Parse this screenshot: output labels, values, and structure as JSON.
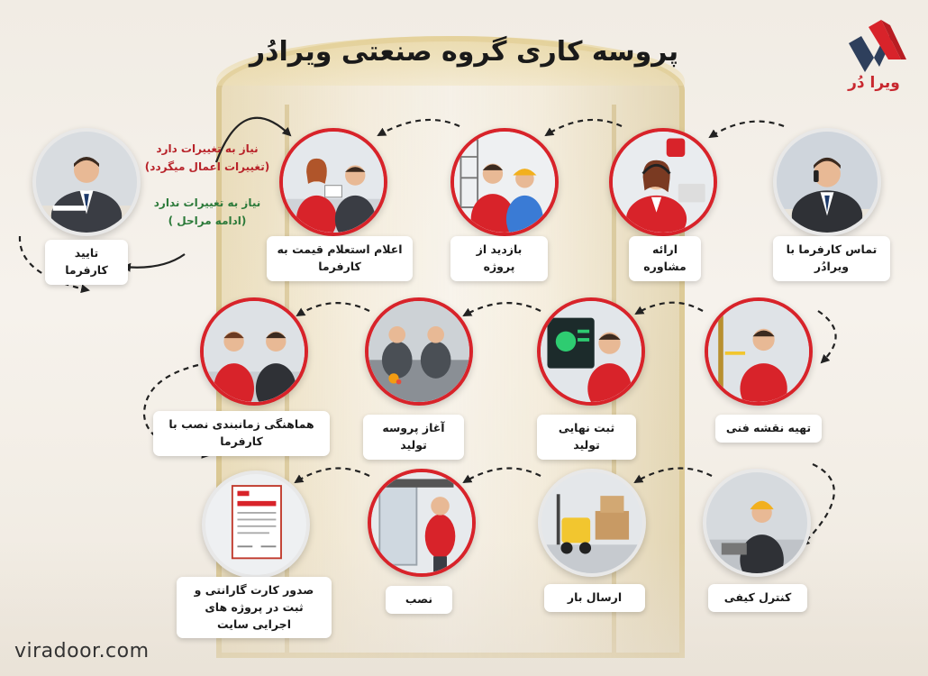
{
  "title": "پروسه کاری گروه صنعتی ویرادُر",
  "brand": {
    "logo_text": "ویرا دُر",
    "site": "viradoor.com",
    "accent": "#d8232a",
    "dark": "#2e3f5c"
  },
  "conditions": {
    "changes_needed": "نیاز به تغییرات دارد",
    "changes_applied": "(تغییرات اعمال میگردد)",
    "no_changes": "نیاز به تغییرات ندارد",
    "continue": "(ادامه مراحل )"
  },
  "steps": [
    {
      "label": "تماس کارفرما با ویرادُر",
      "icon": "client-on-phone"
    },
    {
      "label": "ارائه مشاوره",
      "icon": "consultant-headset"
    },
    {
      "label": "بازدید از پروژه",
      "icon": "site-visit"
    },
    {
      "label": "اعلام استعلام قیمت به کارفرما",
      "icon": "price-presentation"
    },
    {
      "label": "تایید کارفرما",
      "icon": "client-signing"
    },
    {
      "label": "تهیه نقشه فنی",
      "icon": "measuring-tape"
    },
    {
      "label": "ثبت نهایی تولید",
      "icon": "production-screen"
    },
    {
      "label": "آغاز پروسه تولید",
      "icon": "factory-workers"
    },
    {
      "label": "هماهنگی زمانبندی  نصب با کارفرما",
      "icon": "meeting"
    },
    {
      "label": "کنترل کیفی",
      "icon": "quality-inspector"
    },
    {
      "label": "ارسال بار",
      "icon": "forklift"
    },
    {
      "label": "نصب",
      "icon": "installer"
    },
    {
      "label": "صدور کارت گارانتی و",
      "label2": "ثبت در پروژه های اجرایی سایت",
      "icon": "warranty-card"
    }
  ]
}
